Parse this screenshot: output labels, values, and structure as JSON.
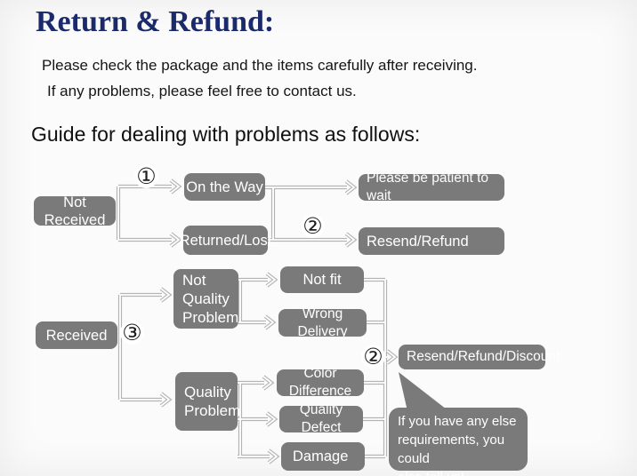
{
  "page": {
    "title": "Return & Refund:",
    "intro_line1": "Please check the package and the items carefully after receiving.",
    "intro_line2": "If any problems, please feel free to contact us.",
    "guide_heading": "Guide for dealing with problems as follows:"
  },
  "colors": {
    "title": "#1b2a6b",
    "box_fill": "#7a7a7a",
    "box_text": "#ffffff",
    "line": "#b4b4b4"
  },
  "flow": {
    "badges": [
      {
        "id": "step-1",
        "label": "①"
      },
      {
        "id": "step-2-top",
        "label": "②"
      },
      {
        "id": "step-3",
        "label": "③"
      },
      {
        "id": "step-2-bottom",
        "label": "②"
      }
    ],
    "boxes": [
      {
        "id": "not-received",
        "label": "Not Received"
      },
      {
        "id": "on-the-way",
        "label": "On the Way"
      },
      {
        "id": "returned-lost",
        "label": "Returned/Lost"
      },
      {
        "id": "please-be-patient",
        "label": "Please be patient to wait"
      },
      {
        "id": "resend-refund",
        "label": "Resend/Refund"
      },
      {
        "id": "received",
        "label": "Received"
      },
      {
        "id": "not-quality-problem",
        "label": "Not\nQuality\nProblem"
      },
      {
        "id": "not-fit",
        "label": "Not fit"
      },
      {
        "id": "wrong-delivery",
        "label": "Wrong Delivery"
      },
      {
        "id": "quality-problem",
        "label": "Quality\nProblem"
      },
      {
        "id": "color-difference",
        "label": "Color Difference"
      },
      {
        "id": "quality-defect",
        "label": "Quality Defect"
      },
      {
        "id": "damage",
        "label": "Damage"
      },
      {
        "id": "resend-refund-discount",
        "label": "Resend/Refund/Discount"
      }
    ],
    "bubble_text": "If you have any else\nrequirements, you could\nalso tell us!"
  }
}
